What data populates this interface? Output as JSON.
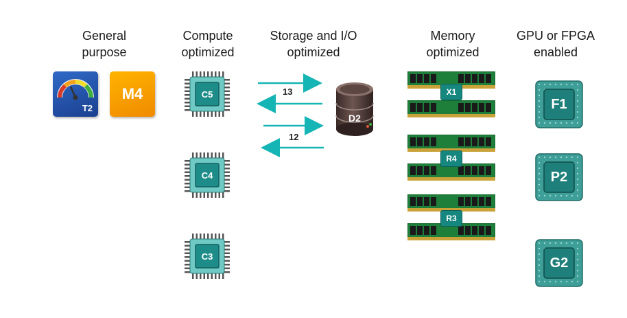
{
  "headers": {
    "general": [
      "General",
      "purpose"
    ],
    "compute": [
      "Compute",
      "optimized"
    ],
    "storage": [
      "Storage and I/O",
      "optimized"
    ],
    "memory": [
      "Memory",
      "optimized"
    ],
    "gpu": [
      "GPU or FPGA",
      "enabled"
    ]
  },
  "general_purpose": {
    "t2": "T2",
    "m4": "M4"
  },
  "compute": {
    "c5": "C5",
    "c4": "C4",
    "c3": "C3"
  },
  "storage": {
    "arrow_1": "13",
    "arrow_2": "12",
    "d2": "D2"
  },
  "memory": {
    "x1": "X1",
    "r4": "R4",
    "r3": "R3"
  },
  "gpu": {
    "f1": "F1",
    "p2": "P2",
    "g2": "G2"
  },
  "colors": {
    "teal": "#16b5b5",
    "chip_teal": "#1e8d8a",
    "blue_tile": "#1b3f8f",
    "orange_tile": "#f08a00",
    "ram_green": "#1d7f3a",
    "db_dark": "#4a3632"
  }
}
